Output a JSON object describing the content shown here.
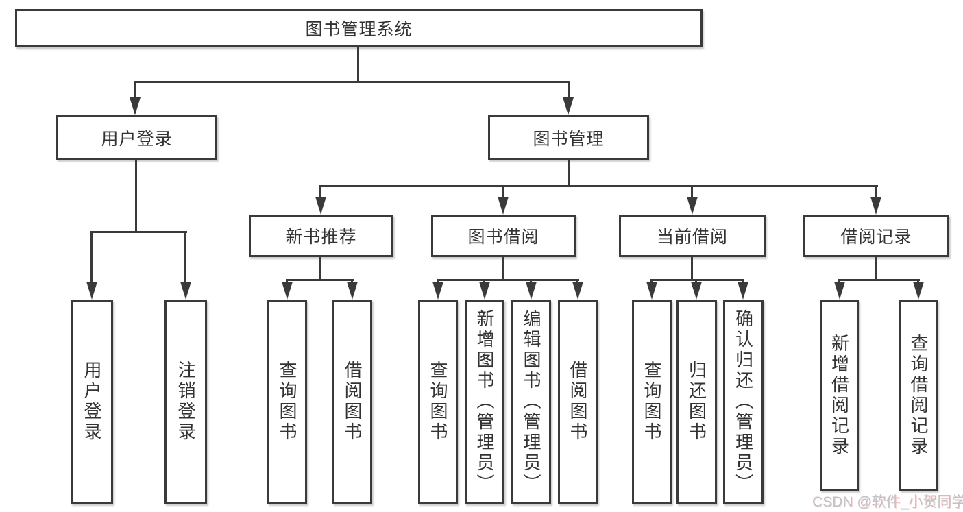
{
  "diagram": {
    "root": "图书管理系统",
    "user_login": {
      "label": "用户登录",
      "children": [
        "用户登录",
        "注销登录"
      ]
    },
    "book_mgmt": {
      "label": "图书管理",
      "sections": {
        "new_book": {
          "label": "新书推荐",
          "children": [
            "查询图书",
            "借阅图书"
          ]
        },
        "borrow": {
          "label": "图书借阅",
          "children": [
            "查询图书",
            "新增图书（管理员）",
            "编辑图书（管理员）",
            "借阅图书"
          ]
        },
        "current": {
          "label": "当前借阅",
          "children": [
            "查询图书",
            "归还图书",
            "确认归还（管理员）"
          ]
        },
        "records": {
          "label": "借阅记录",
          "children": [
            "新增借阅记录",
            "查询借阅记录"
          ]
        }
      }
    }
  },
  "watermark": "CSDN @软件_小贺同学",
  "colors": {
    "line": "#3a3a3a",
    "text": "#333333",
    "background": "#ffffff",
    "watermark": "#c2c2c6"
  }
}
